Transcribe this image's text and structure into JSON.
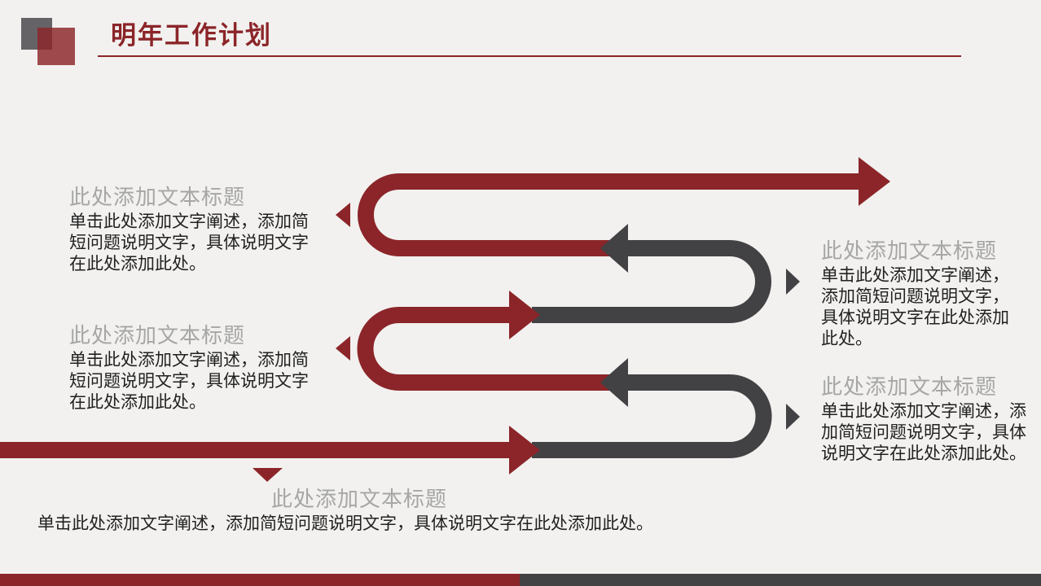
{
  "colors": {
    "background": "#F2F1EF",
    "accent_red": "#8B2529",
    "accent_gray": "#424144",
    "placeholder_gray": "#A6A6A6",
    "body_text": "#212121",
    "square_gray": "#656365"
  },
  "header": {
    "title": "明年工作计划"
  },
  "blocks": {
    "left_top": {
      "title": "此处添加文本标题",
      "body": "单击此处添加文字阐述，添加简短问题说明文字，具体说明文字在此处添加此处。"
    },
    "left_bottom": {
      "title": "此处添加文本标题",
      "body": "单击此处添加文字阐述，添加简短问题说明文字，具体说明文字在此处添加此处。"
    },
    "right_top": {
      "title": "此处添加文本标题",
      "body": "单击此处添加文字阐述，添加简短问题说明文字，具体说明文字在此处添加此处。"
    },
    "right_bottom": {
      "title": "此处添加文本标题",
      "body": "单击此处添加文字阐述，添加简短问题说明文字，具体说明文字在此处添加此处。"
    },
    "bottom": {
      "title": "此处添加文本标题",
      "body": "单击此处添加文字阐述，添加简短问题说明文字，具体说明文字在此处添加此处。"
    }
  }
}
